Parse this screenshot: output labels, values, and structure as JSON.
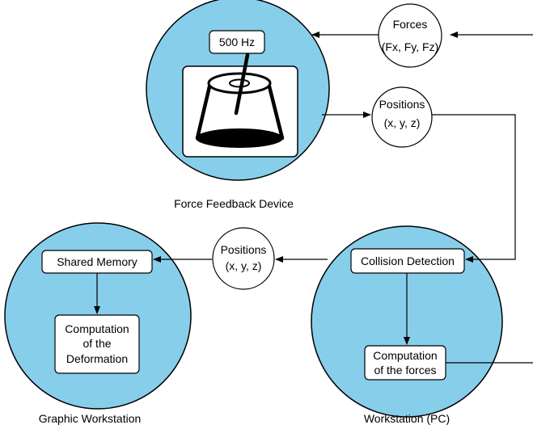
{
  "colors": {
    "node_fill": "#87ceeb",
    "stroke": "#000000",
    "box_fill": "#ffffff"
  },
  "nodes": {
    "force_feedback_device": {
      "caption": "Force Feedback Device",
      "rate_label": "500 Hz"
    },
    "graphic_workstation": {
      "caption": "Graphic Workstation",
      "shared_memory": "Shared Memory",
      "deformation": [
        "Computation",
        "of the",
        "Deformation"
      ]
    },
    "workstation_pc": {
      "caption": "Workstation (PC)",
      "collision_detection": "Collision Detection",
      "forces_computation": [
        "Computation",
        "of the forces"
      ]
    }
  },
  "signals": {
    "forces": [
      "Forces",
      "(Fx, Fy, Fz)"
    ],
    "positions_upper": [
      "Positions",
      "(x, y, z)"
    ],
    "positions_lower": [
      "Positions",
      "(x, y, z)"
    ]
  }
}
